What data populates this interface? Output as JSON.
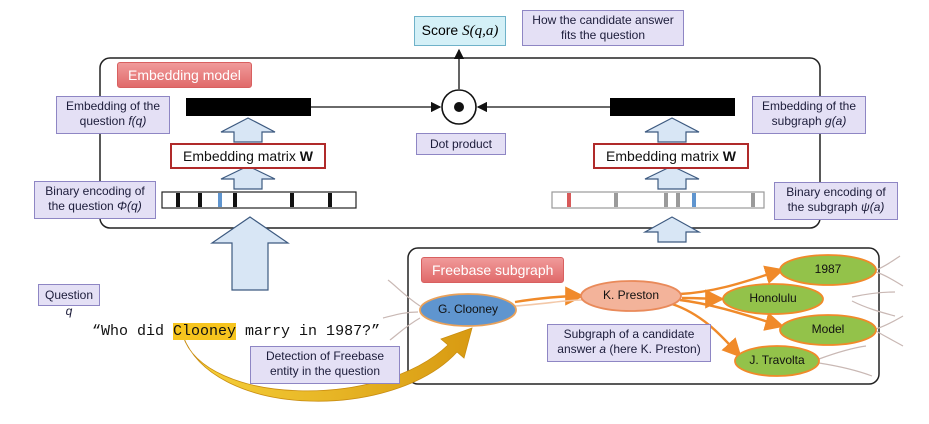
{
  "score": {
    "label": "Score",
    "formula": "S(q,a)"
  },
  "labels": {
    "score_desc": "How the candidate answer fits the question",
    "q_embed_line1": "Embedding of the",
    "q_embed_line2": "question ",
    "q_embed_math": "f(q)",
    "s_embed_line1": "Embedding of the",
    "s_embed_line2": "subgraph ",
    "s_embed_math": "g(a)",
    "dot_product": "Dot product",
    "q_bin_line1": "Binary encoding of",
    "q_bin_line2": "the question ",
    "q_bin_math": "Φ(q)",
    "s_bin_line1": "Binary encoding of",
    "s_bin_line2": "the subgraph ",
    "s_bin_math": "ψ(a)",
    "question_label": "Question ",
    "question_math": "q",
    "detection": "Detection of Freebase entity in the question",
    "subgraph_desc_line1": "Subgraph of a candidate",
    "subgraph_desc_line2": "answer ",
    "subgraph_desc_math": "a",
    "subgraph_desc_tail": " (here K. Preston)"
  },
  "matrix": {
    "text": "Embedding matrix ",
    "bold": "W"
  },
  "tags": {
    "embedding_model": "Embedding model",
    "freebase": "Freebase subgraph"
  },
  "question": {
    "pre": "“Who did ",
    "entity": "Clooney",
    "post": " marry in 1987?”"
  },
  "graph": {
    "source": "G. Clooney",
    "candidate": "K. Preston",
    "neighbors": [
      "1987",
      "Honolulu",
      "Model",
      "J. Travolta"
    ]
  },
  "colors": {
    "label_bg": "#e4e0f5",
    "score_bg": "#d4f0f7",
    "arrow_fill": "#d8e6f5",
    "matrix_border": "#b02a2a",
    "tag_red": "#e06a6a",
    "entity_highlight": "#f7c51e",
    "edge_orange": "#f08a2a",
    "node_green": "#93c24a",
    "node_blue": "#5f95cf",
    "node_salmon": "#f3b39a"
  }
}
